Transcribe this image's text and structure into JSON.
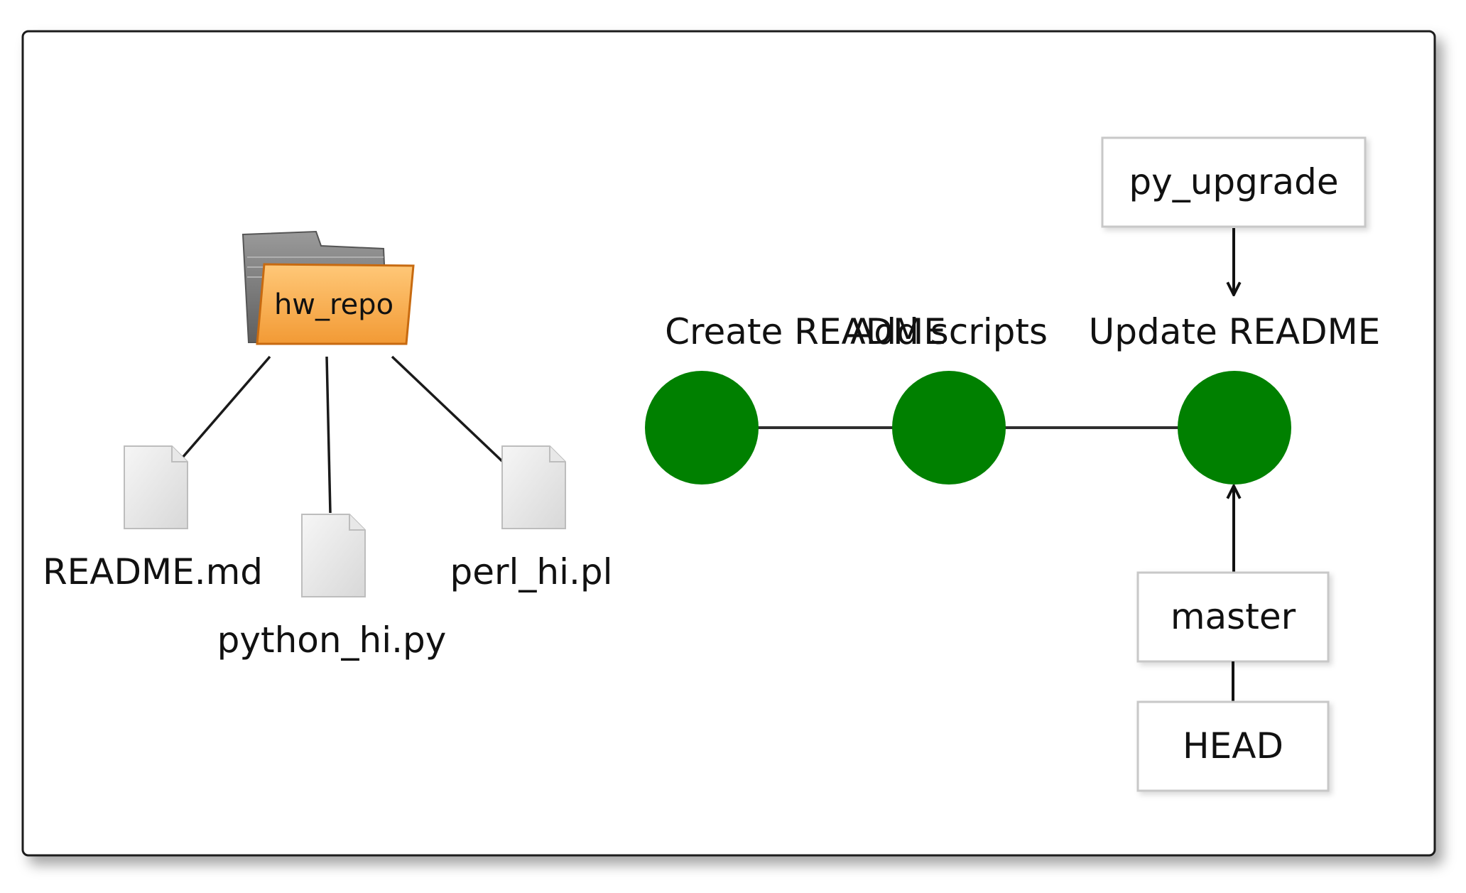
{
  "repo": {
    "folder_name": "hw_repo",
    "files": [
      {
        "name": "README.md"
      },
      {
        "name": "python_hi.py"
      },
      {
        "name": "perl_hi.pl"
      }
    ]
  },
  "commits": [
    {
      "message": "Create README"
    },
    {
      "message": "Add scripts"
    },
    {
      "message": "Update README"
    }
  ],
  "refs": {
    "branch_top": "py_upgrade",
    "branch_bottom": "master",
    "head": "HEAD"
  },
  "colors": {
    "commit": "#008000",
    "line": "#2e2e2e",
    "folder_front": "#f7a94a",
    "folder_back": "#7a7a7a",
    "box_border": "#c8c8c8"
  }
}
